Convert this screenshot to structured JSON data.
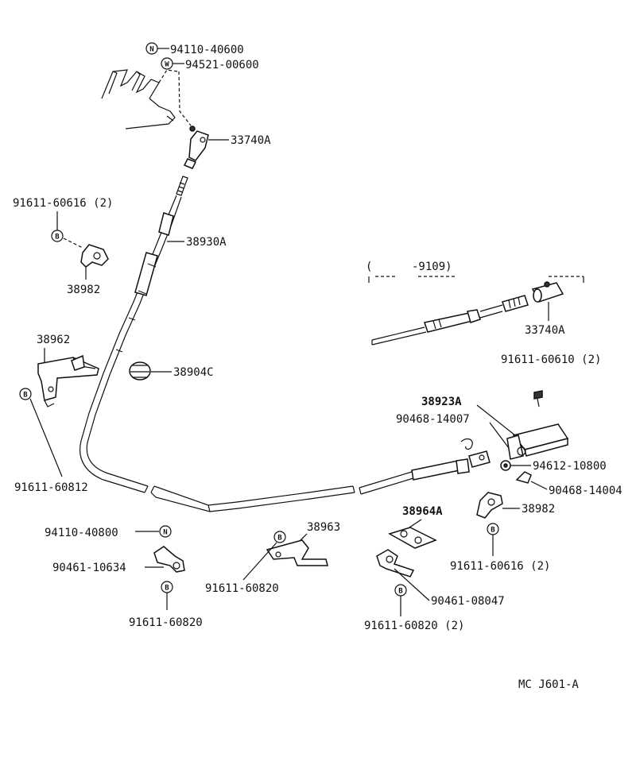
{
  "labels": {
    "p_94110_40600": "94110-40600",
    "p_94521_00600": "94521-00600",
    "p_33740A_top": "33740A",
    "p_91611_60616_top": "91611-60616 (2)",
    "p_38930A": "38930A",
    "p_38982_top": "38982",
    "p_38962": "38962",
    "p_38904C": "38904C",
    "p_91611_60812": "91611-60812",
    "range_open": "(",
    "range_end": "-9109)",
    "p_33740A_right": "33740A",
    "p_91611_60610": "91611-60610 (2)",
    "p_38923A": "38923A",
    "p_90468_14007": "90468-14007",
    "p_94612_10800": "94612-10800",
    "p_90468_14004": "90468-14004",
    "p_38964A": "38964A",
    "p_38982_right": "38982",
    "p_91611_60616_right": "91611-60616 (2)",
    "p_38963": "38963",
    "p_94110_40800": "94110-40800",
    "p_90461_10634": "90461-10634",
    "p_91611_60820_left": "91611-60820",
    "p_91611_60820_mid": "91611-60820",
    "p_90461_08047": "90461-08047",
    "p_91611_60820_right": "91611-60820 (2)",
    "figure_code": "MC J601-A"
  },
  "symbols": {
    "N": "N",
    "W": "W",
    "B": "B"
  },
  "icons": [
    "parking-brake-lever-icon",
    "cable-icon",
    "clamp-icon",
    "bracket-icon",
    "grommet-icon",
    "bolt-icon",
    "nut-icon",
    "washer-icon"
  ]
}
